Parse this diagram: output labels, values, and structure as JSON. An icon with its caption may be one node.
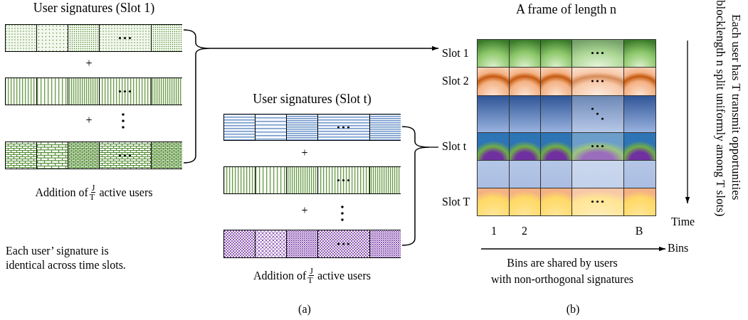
{
  "diagram": {
    "nodes": [
      {
        "text": [
          "User signatures (Slot 1)",
          "Addition of $^{J}$$_{T}$ active users"
        ]
      },
      {
        "text": [],
        "shape": "bar",
        "in": 0
      },
      {
        "text": [],
        "shape": "bar",
        "in": 0
      },
      {
        "text": [],
        "shape": "bar",
        "in": 0
      },
      {
        "text": [
          "User signatures (Slot t)",
          "Addition of $^{J}$$_{T}$ active users"
        ]
      },
      {
        "text": [],
        "shape": "bar",
        "in": 4
      },
      {
        "text": [],
        "shape": "bar",
        "in": 4
      },
      {
        "text": [],
        "shape": "bar",
        "in": 4
      },
      {
        "text": [
          "A frame of length n"
        ]
      },
      {
        "text": [
          "Slot 1"
        ],
        "in": 8
      },
      {
        "text": [
          "Slot 2"
        ],
        "in": 8
      },
      {
        "text": [],
        "shape": "bar",
        "in": 8
      },
      {
        "text": [
          "Slot t"
        ],
        "in": 8
      },
      {
        "text": [],
        "shape": "bar",
        "in": 8
      },
      {
        "text": [
          "Slot T"
        ],
        "in": 8
      }
    ],
    "edges": [
      {
        "from": 0,
        "to": 9,
        "arrow": "to"
      },
      {
        "from": 4,
        "to": 12,
        "arrow": "none"
      }
    ],
    "labels": [
      "+",
      "+",
      "Each user’ signature is identical across time slots.",
      "+",
      "+",
      "1",
      "2",
      "B",
      "Time",
      "Bins",
      "Bins are shared by users",
      "with non-orthogonal signatures",
      "blocklength n split uniformly among T slots)",
      "Each user has T transmit opportunities",
      "(a)",
      "(b)"
    ]
  }
}
